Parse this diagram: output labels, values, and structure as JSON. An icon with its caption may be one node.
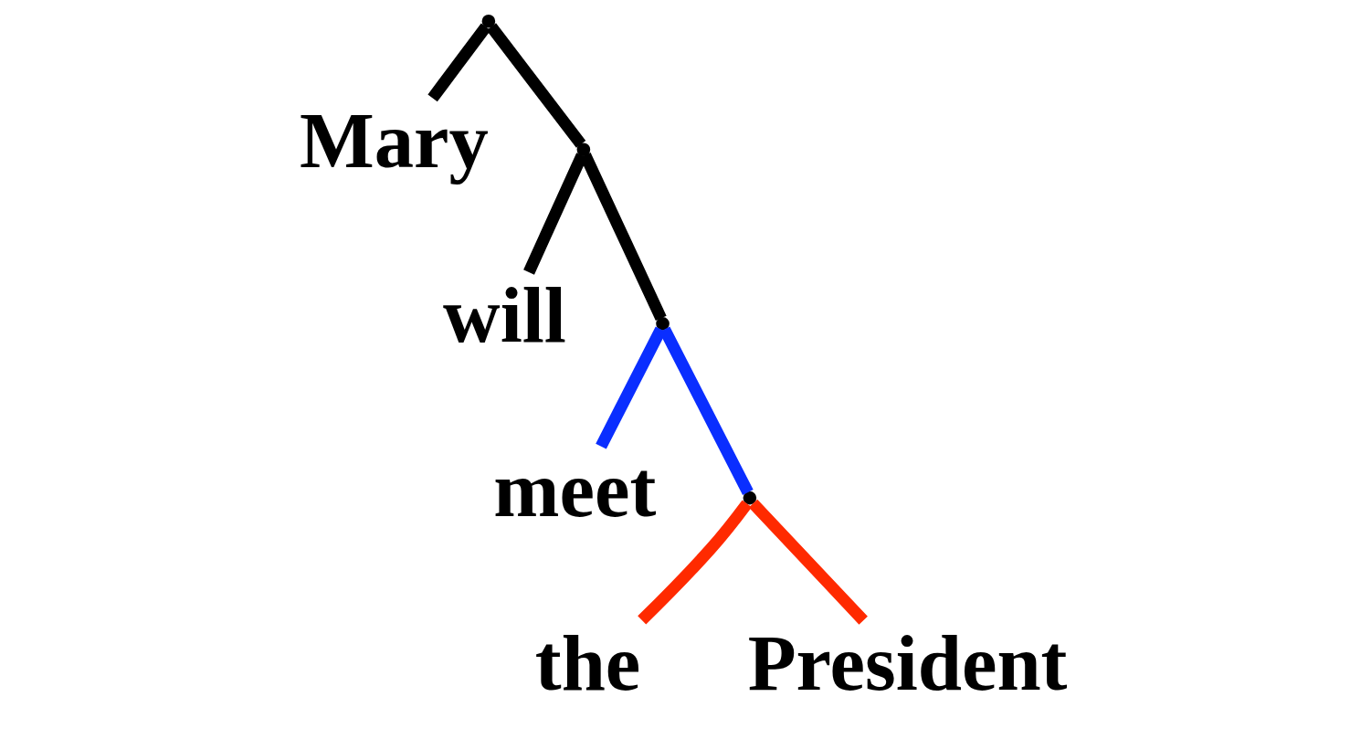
{
  "diagram": {
    "nodes": [
      {
        "text": [],
        "shape": "point"
      },
      {
        "text": [
          "Mary"
        ]
      },
      {
        "text": [],
        "shape": "point"
      },
      {
        "text": [
          "will"
        ]
      },
      {
        "text": [],
        "shape": "point"
      },
      {
        "text": [
          "meet"
        ]
      },
      {
        "text": [],
        "shape": "point"
      },
      {
        "text": [
          "the"
        ]
      },
      {
        "text": [
          "President"
        ]
      }
    ],
    "edges": [
      {
        "from": 0,
        "to": 1,
        "arrow": "none"
      },
      {
        "from": 0,
        "to": 2,
        "arrow": "none"
      },
      {
        "from": 2,
        "to": 3,
        "arrow": "none"
      },
      {
        "from": 2,
        "to": 4,
        "arrow": "none"
      },
      {
        "from": 4,
        "to": 5,
        "arrow": "none",
        "color": "#0a2eff"
      },
      {
        "from": 4,
        "to": 6,
        "arrow": "none",
        "color": "#0a2eff"
      },
      {
        "from": 6,
        "to": 7,
        "arrow": "none",
        "color": "#ff2a00"
      },
      {
        "from": 6,
        "to": 8,
        "arrow": "none",
        "color": "#ff2a00"
      }
    ]
  }
}
